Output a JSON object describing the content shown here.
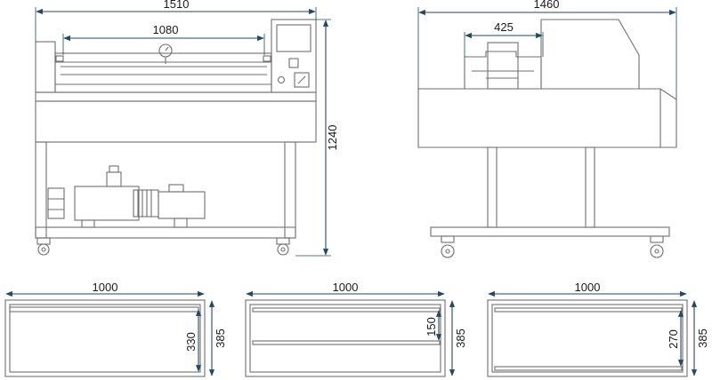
{
  "colors": {
    "outline": "#6f6f6f",
    "dimension_line": "#1e4a66",
    "text": "#1a1a1a",
    "background": "#ffffff"
  },
  "front_view": {
    "width_label": "1510",
    "chamber_width_label": "1080",
    "height_label": "1240"
  },
  "side_view": {
    "width_label": "1460",
    "lid_width_label": "425"
  },
  "chambers": [
    {
      "width_label": "1000",
      "inner_label": "330",
      "outer_label": "385"
    },
    {
      "width_label": "1000",
      "inner_label": "150",
      "outer_label": "385"
    },
    {
      "width_label": "1000",
      "inner_label": "270",
      "outer_label": "385"
    }
  ]
}
